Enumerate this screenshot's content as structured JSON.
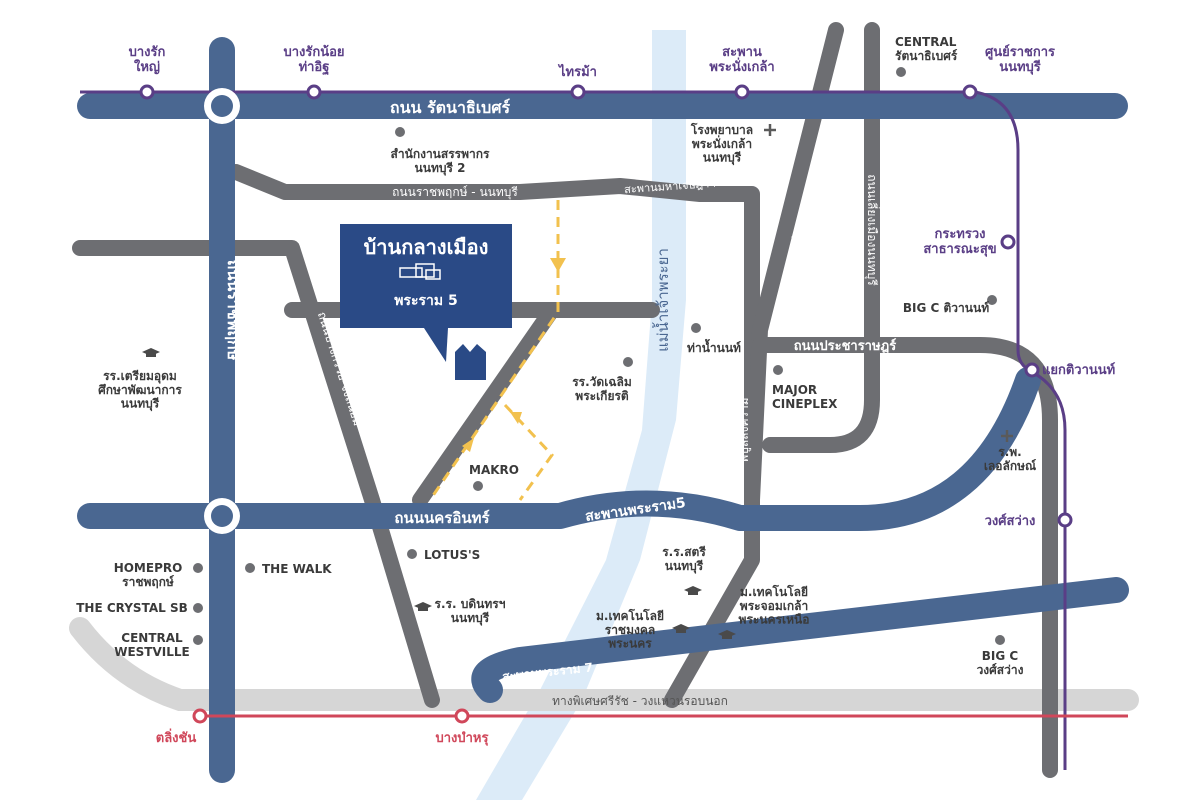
{
  "colors": {
    "blue_road": "#4a6791",
    "gray_road": "#6d6e72",
    "light_road": "#d6d6d6",
    "river": "#dcebf8",
    "purple_line": "#5a3e86",
    "red_line": "#d0475a",
    "project_box": "#2a4a86",
    "yellow_arrow": "#f2c14e",
    "dot": "#6d6e72"
  },
  "project": {
    "title": "บ้านกลางเมือง",
    "subtitle": "พระราม 5"
  },
  "roads": {
    "rattanathibet": "ถนน รัตนาธิเบศร์",
    "nakhon_in": "ถนนนครอินทร์",
    "ratchaphruek": "ถนนราชพฤกษ์",
    "ratchaphruek_nonthaburi": "ถนนราชพฤกษ์ - นนทบุรี",
    "bangkruai_chong": "ถนนบางกรวย-จงถนอม",
    "nonthaburi": "ถนนนนทบุรี",
    "liang_mueang": "ถนนเลี่ยงเมืองนนทบุรี",
    "pracharat": "ถนนประชาราษฎร์",
    "phibunsongkhram": "พิบูลสงคราม",
    "kanchanaphisek": "ทางพิเศษศรีรัช - วงแหวนรอบนอก",
    "river": "แม่น้ำเจ้าพระยา"
  },
  "bridges": {
    "rama5": "สะพานพระราม5",
    "rama7": "สะพานพระราม 7",
    "maha_chesada": "สะพานมหาเจษฎาฯ"
  },
  "purple_stations": [
    {
      "id": "bangrak-yai",
      "label": "บางรัก\nใหญ่"
    },
    {
      "id": "bangrak-noi",
      "label": "บางรักน้อย\nท่าอิฐ"
    },
    {
      "id": "sai-ma",
      "label": "ไทรม้า"
    },
    {
      "id": "phra-nang-klao",
      "label": "สะพาน\nพระนั่งเกล้า"
    },
    {
      "id": "government-center",
      "label": "ศูนย์ราชการ\nนนทบุรี"
    },
    {
      "id": "ministry-health",
      "label": "กระทรวง\nสาธารณะสุข"
    },
    {
      "id": "tiwanon-junction",
      "label": "แยกติวานนท์"
    },
    {
      "id": "wong-sawang",
      "label": "วงศ์สว่าง"
    }
  ],
  "red_stations": [
    {
      "id": "taling-chan",
      "label": "ตลิ่งชัน"
    },
    {
      "id": "bang-bamru",
      "label": "บางบำหรุ"
    }
  ],
  "pois": {
    "central_rattanathibet": "CENTRAL\nรัตนาธิเบศร์",
    "revenue_office": "สำนักงานสรรพากร\nนนทบุรี 2",
    "hospital_phranangklao": "โรงพยาบาล\nพระนั่งเกล้า\nนนทบุรี",
    "bigc_tiwanon": "BIG C ติวานนท์",
    "tha_nam_non": "ท่าน้ำนนท์",
    "major_cineplex": "MAJOR\nCINEPLEX",
    "wat_chalerm": "รร.วัดเฉลิม\nพระเกียรติ",
    "triam_udom": "รร.เตรียมอุดม\nศึกษาพัฒนาการ\nนนทบุรี",
    "makro": "MAKRO",
    "homepro": "HOMEPRO\nราชพฤกษ์",
    "the_walk": "THE WALK",
    "crystal_sb": "THE CRYSTAL SB",
    "central_westville": "CENTRAL\nWESTVILLE",
    "lotus": "LOTUS'S",
    "bodindecha": "ร.ร. บดินทรฯ\nนนทบุรี",
    "satri_nonthaburi": "ร.ร.สตรี\nนนทบุรี",
    "rmut_phranakhon": "ม.เทคโนโลยี\nราชมงคล\nพระนคร",
    "kmutnb": "ม.เทคโนโลยี\nพระจอมเกล้า\nพระนครเหนือ",
    "lertlak_hospital": "ร.พ.\nเลอลักษณ์",
    "bigc_wongsawang": "BIG C\nวงศ์สว่าง"
  }
}
